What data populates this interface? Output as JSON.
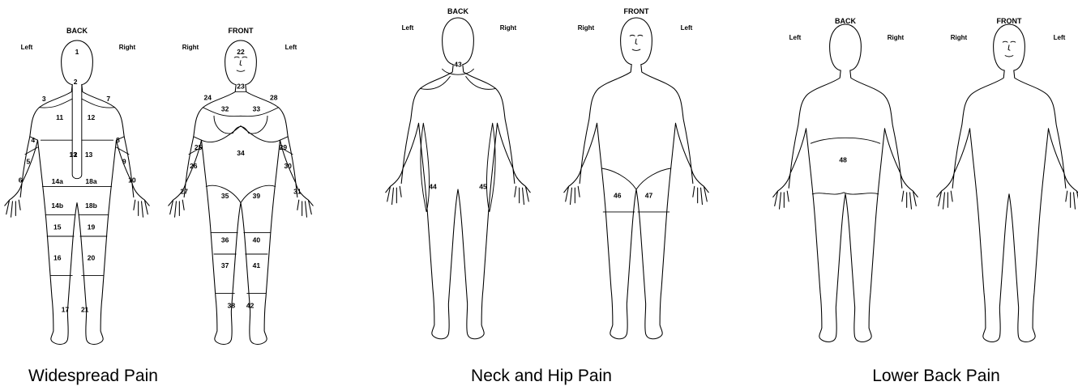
{
  "panels": [
    {
      "caption": "Widespread Pain",
      "figures": [
        {
          "view": "BACK",
          "side_a": "Left",
          "side_b": "Right",
          "regions": [
            "1",
            "2",
            "3",
            "7",
            "11",
            "12",
            "4",
            "13",
            "2",
            "13",
            "8",
            "5",
            "9",
            "6",
            "14a",
            "18a",
            "10",
            "14b",
            "18b",
            "15",
            "19",
            "16",
            "20",
            "17",
            "21"
          ]
        },
        {
          "view": "FRONT",
          "side_a": "Right",
          "side_b": "Left",
          "regions": [
            "22",
            "23",
            "24",
            "28",
            "32",
            "33",
            "25",
            "29",
            "34",
            "26",
            "30",
            "27",
            "35",
            "39",
            "31",
            "36",
            "40",
            "37",
            "41",
            "38",
            "42"
          ]
        }
      ]
    },
    {
      "caption": "Neck and Hip Pain",
      "figures": [
        {
          "view": "BACK",
          "side_a": "Left",
          "side_b": "Right",
          "regions": [
            "43",
            "44",
            "45"
          ]
        },
        {
          "view": "FRONT",
          "side_a": "Right",
          "side_b": "Left",
          "regions": [
            "46",
            "47"
          ]
        }
      ]
    },
    {
      "caption": "Lower Back Pain",
      "figures": [
        {
          "view": "BACK",
          "side_a": "Left",
          "side_b": "Right",
          "regions": [
            "48"
          ]
        },
        {
          "view": "FRONT",
          "side_a": "Right",
          "side_b": "Left",
          "regions": []
        }
      ]
    }
  ]
}
